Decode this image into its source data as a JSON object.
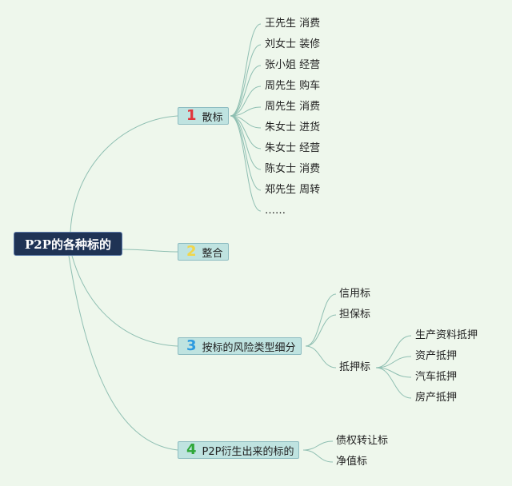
{
  "root": {
    "label": "P2P的各种标的"
  },
  "branches": [
    {
      "number": "1",
      "label": "散标",
      "color": "#e0353a",
      "items": [
        "王先生 消费",
        "刘女士 装修",
        "张小姐 经营",
        "周先生 购车",
        "周先生 消费",
        "朱女士 进货",
        "朱女士 经营",
        "陈女士 消费",
        "郑先生 周转",
        "……"
      ]
    },
    {
      "number": "2",
      "label": "整合",
      "color": "#f1d64a",
      "items": []
    },
    {
      "number": "3",
      "label": "按标的风险类型细分",
      "color": "#2e9be0",
      "items": [
        "信用标",
        "担保标",
        "抵押标"
      ],
      "sub_items": [
        "生产资料抵押",
        "资产抵押",
        "汽车抵押",
        "房产抵押"
      ]
    },
    {
      "number": "4",
      "label": "P2P衍生出来的标的",
      "color": "#2fa83a",
      "items": [
        "债权转让标",
        "净值标"
      ]
    }
  ],
  "colors": {
    "background": "#eef7ec",
    "root_fill": "#1f3355",
    "branch_fill": "#bfe3e0",
    "line": "#8fbfb2"
  }
}
